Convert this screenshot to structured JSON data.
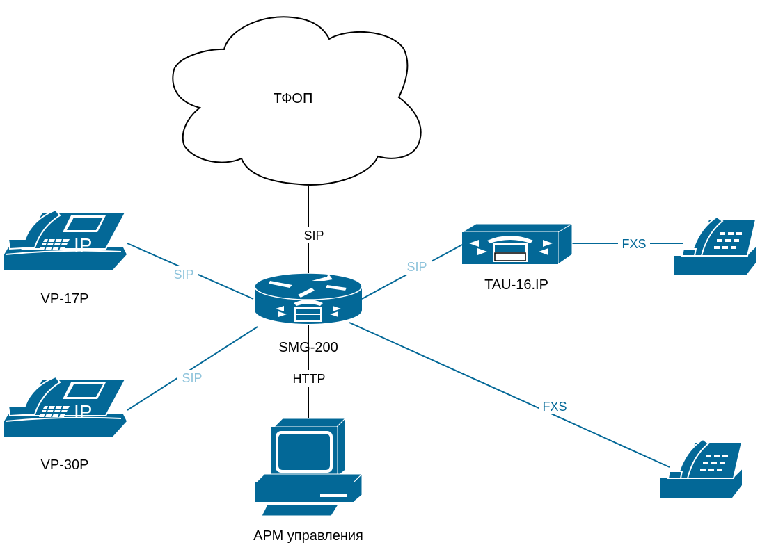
{
  "colors": {
    "device": "#036897",
    "line_blue": "#036897",
    "line_black": "#000000",
    "label_sip_light": "#8EC3DB",
    "label_fxs": "#036897",
    "text": "#000000"
  },
  "nodes": {
    "pstn": {
      "label": "ТФОП",
      "icon": "cloud-icon"
    },
    "smg": {
      "label": "SMG-200",
      "icon": "voice-router-icon"
    },
    "vp17": {
      "label": "VP-17P",
      "icon": "ip-phone-icon"
    },
    "vp30": {
      "label": "VP-30P",
      "icon": "ip-phone-icon"
    },
    "tau": {
      "label": "TAU-16.IP",
      "icon": "voice-gateway-icon"
    },
    "arm": {
      "label": "АРМ управления",
      "icon": "workstation-icon"
    },
    "phone_tau": {
      "label": "",
      "icon": "analog-phone-icon"
    },
    "phone_smg": {
      "label": "",
      "icon": "analog-phone-icon"
    }
  },
  "edges": [
    {
      "from": "pstn",
      "to": "smg",
      "label": "SIP"
    },
    {
      "from": "vp17",
      "to": "smg",
      "label": "SIP"
    },
    {
      "from": "vp30",
      "to": "smg",
      "label": "SIP"
    },
    {
      "from": "smg",
      "to": "tau",
      "label": "SIP"
    },
    {
      "from": "tau",
      "to": "phone_tau",
      "label": "FXS"
    },
    {
      "from": "smg",
      "to": "phone_smg",
      "label": "FXS"
    },
    {
      "from": "smg",
      "to": "arm",
      "label": "HTTP"
    }
  ]
}
